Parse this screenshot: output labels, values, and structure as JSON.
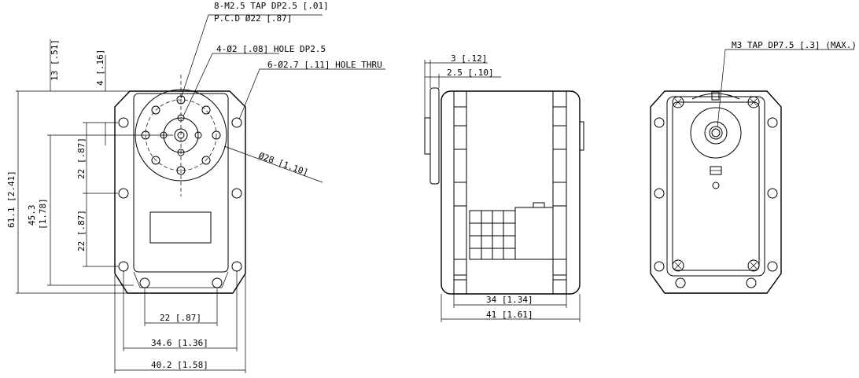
{
  "front_view": {
    "callouts": {
      "tap_holes": "8-M2.5 TAP DP2.5 [.01]",
      "pcd": "P.C.D Ø22 [.87]",
      "small_holes": "4-Ø2 [.08] HOLE DP2.5",
      "thru_holes": "6-Ø2.7 [.11] HOLE THRU",
      "horn_diameter": "Ø28 [1.10]"
    },
    "dimensions": {
      "top_offset": "13 [.51]",
      "small_offset": "4 [.16]",
      "overall_height": "61.1 [2.41]",
      "height_mm": "45.3",
      "height_in": "[1.78]",
      "upper_spacing": "22 [.87]",
      "lower_spacing": "22 [.87]",
      "bottom_hole_spacing": "22 [.87]",
      "mount_width": "34.6 [1.36]",
      "overall_width": "40.2 [1.58]"
    }
  },
  "side_view": {
    "dimensions": {
      "offset_a": "3 [.12]",
      "offset_b": "2.5 [.10]",
      "body_depth": "34 [1.34]",
      "overall_depth": "41 [1.61]"
    }
  },
  "rear_view": {
    "callouts": {
      "tap": "M3 TAP DP7.5 [.3] (MAX.)"
    }
  }
}
